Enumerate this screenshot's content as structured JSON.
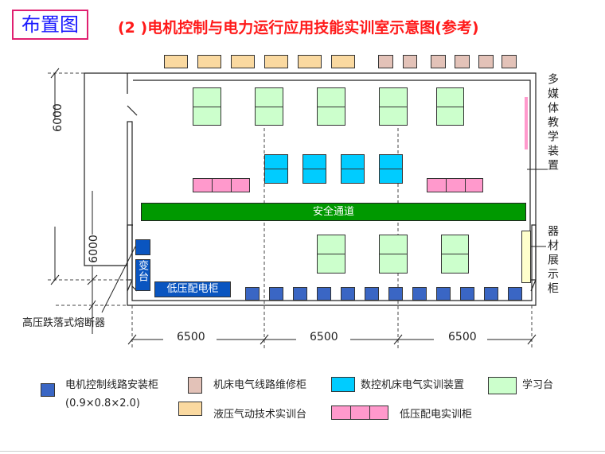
{
  "header": {
    "title": "布置图",
    "subtitle": "(2 )电机控制与电力运行应用技能实训室示意图(参考)"
  },
  "labels": {
    "multimedia": "多媒体教学装置",
    "corridor": "安全通道",
    "display_cabinet": "器材展示柜",
    "transformer": "变台",
    "lv_cabinet": "低压配电柜",
    "fuse": "高压跌落式熔断器"
  },
  "dimensions": {
    "height_top": "6000",
    "height_bottom": "6000",
    "widths": [
      "6500",
      "6500",
      "6500"
    ]
  },
  "legend": [
    {
      "label": "电机控制线路安装柜",
      "note": "(0.9×0.8×2.0)",
      "color": "#3a66c4"
    },
    {
      "label": "机床电气线路维修柜",
      "color": "#e3c2b8"
    },
    {
      "label": "数控机床电气实训装置",
      "color": "#00ccff"
    },
    {
      "label": "学习台",
      "color": "#ccffcc"
    },
    {
      "label": "液压气动技术实训台",
      "color": "#fad9a0"
    },
    {
      "label": "低压配电实训柜",
      "color": "#ff99cc"
    }
  ]
}
